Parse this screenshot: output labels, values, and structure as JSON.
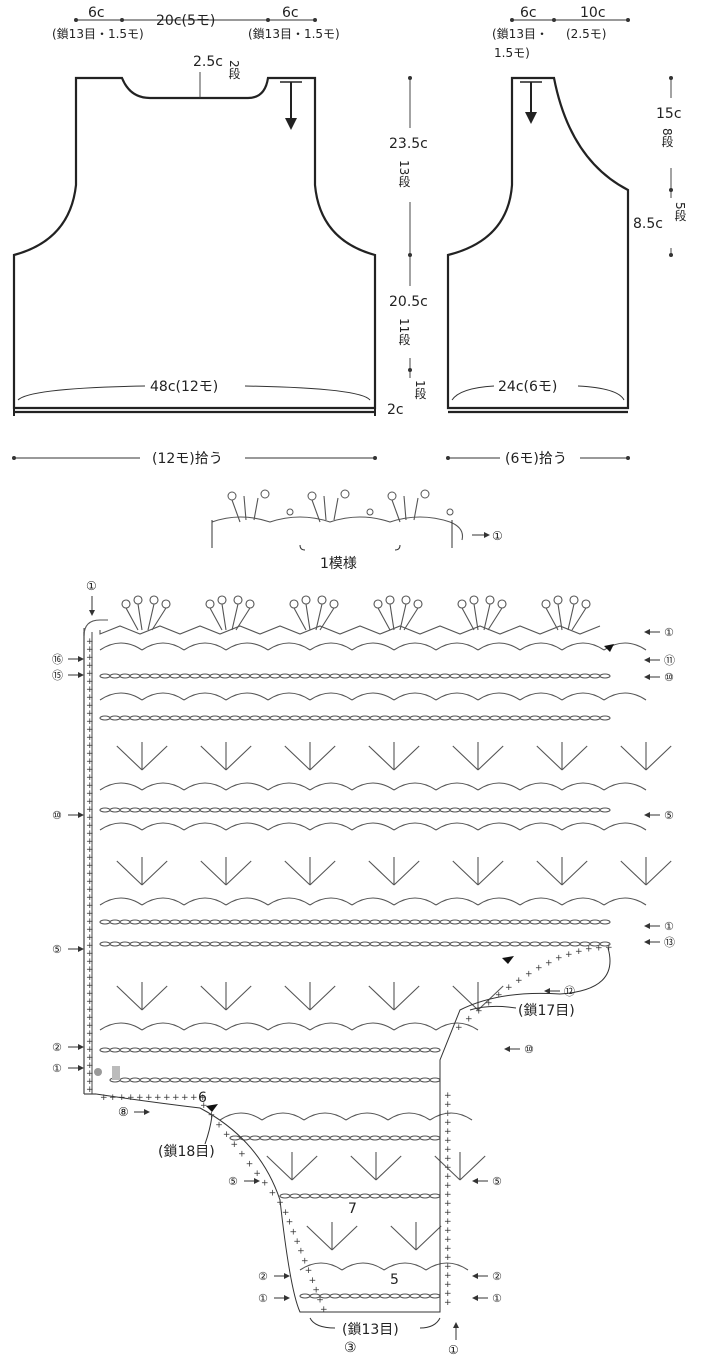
{
  "top_front": {
    "width_left": "6c",
    "width_left_sub": "(鎖13目・1.5モ)",
    "neck_width": "20c(5モ)",
    "width_right": "6c",
    "width_right_sub": "(鎖13目・1.5モ)",
    "neck_depth": "2.5c",
    "neck_rows": "2段",
    "height_upper": "23.5c",
    "rows_upper": "13段",
    "height_lower": "20.5c",
    "rows_lower": "11段",
    "hem_height": "2c",
    "hem_rows": "1段",
    "body_width": "48c(12モ)",
    "pickup": "(12モ)拾う"
  },
  "top_back": {
    "width_left": "6c",
    "width_left_sub": "(鎖13目・",
    "width_left_sub2": "1.5モ)",
    "width_right": "10c",
    "width_right_sub": "(2.5モ)",
    "height_upper": "15c",
    "rows_upper": "8段",
    "height_mid": "8.5c",
    "rows_mid": "5段",
    "body_width": "24c(6モ)",
    "pickup": "(6モ)拾う"
  },
  "motif_label": "1模様",
  "chart": {
    "row_markers_left": [
      "⑯",
      "⑮",
      "⑩",
      "⑤",
      "②",
      "①"
    ],
    "row_markers_right": [
      "①",
      "⑪",
      "⑩",
      "⑤",
      "①",
      "⑬",
      "⑫",
      "⑩"
    ],
    "chain17": "(鎖17目)",
    "chain18": "(鎖18目)",
    "chain13": "(鎖13目)",
    "mark_6": "6",
    "mark_7": "7",
    "mark_5": "5",
    "mark_3": "③",
    "mark_8": "⑧",
    "lower_left": [
      "⑤",
      "②",
      "①"
    ],
    "lower_right": [
      "⑤",
      "②",
      "①"
    ],
    "top_marker": "①",
    "bottom_marker": "①"
  }
}
